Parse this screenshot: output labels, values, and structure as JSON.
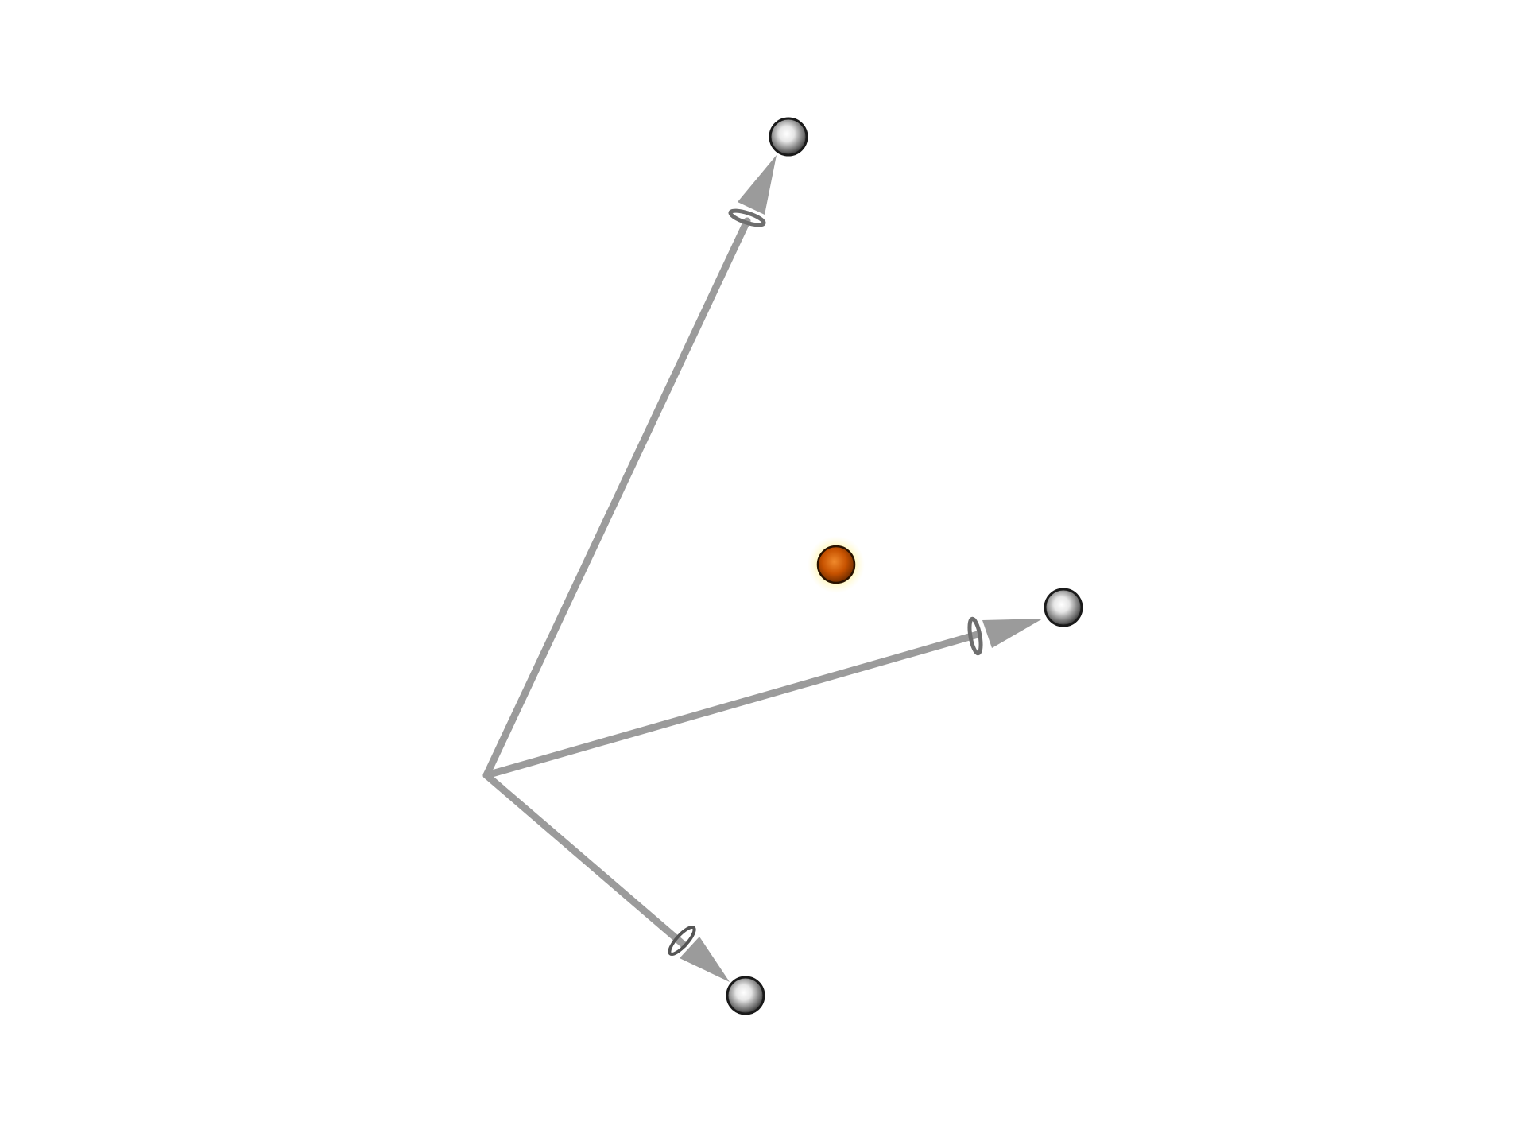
{
  "diagram": {
    "type": "vector-diagram",
    "colors": {
      "background": "#ffffff",
      "arrow": "#9b9b9b",
      "arrow_ring": "#6e6e6e",
      "atom_edge": "#1a1a1a",
      "atom_highlight": "#ffffff",
      "atom_body": "#8c8c8c",
      "center_atom_body": "#c24e00",
      "center_atom_highlight": "#f28a2a",
      "center_glow": "#fff6a8"
    },
    "atoms": [
      {
        "id": "center-atom",
        "kind": "center",
        "color": "orange"
      },
      {
        "id": "atom-top",
        "kind": "neighbor",
        "color": "gray"
      },
      {
        "id": "atom-right",
        "kind": "neighbor",
        "color": "gray"
      },
      {
        "id": "atom-bottom",
        "kind": "neighbor",
        "color": "gray"
      }
    ],
    "vectors": [
      {
        "id": "vector-to-top",
        "from": "origin",
        "to": "atom-top",
        "has_ring": true
      },
      {
        "id": "vector-to-right",
        "from": "origin",
        "to": "atom-right",
        "has_ring": true
      },
      {
        "id": "vector-to-bottom",
        "from": "origin",
        "to": "atom-bottom",
        "has_ring": true
      }
    ]
  }
}
